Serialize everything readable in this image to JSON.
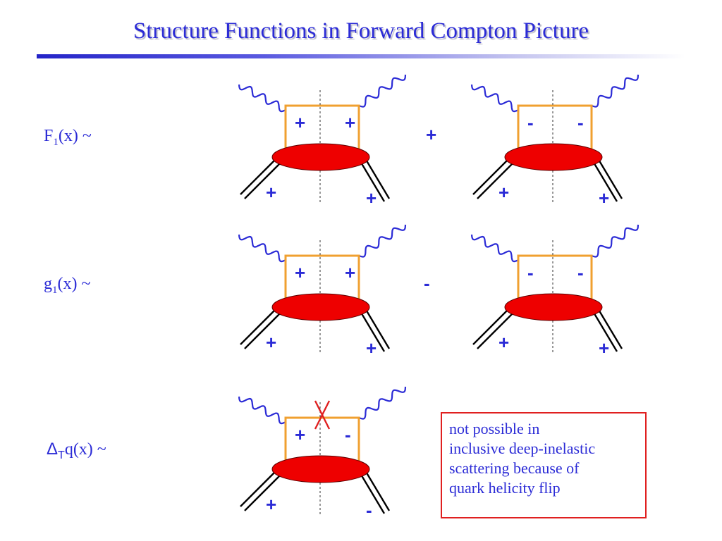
{
  "title": "Structure Functions in Forward Compton Picture",
  "rows": {
    "f1": {
      "prefix": "F",
      "sub": "1",
      "suffix": "(x) ~",
      "operator": "+"
    },
    "g1": {
      "prefix": "g",
      "sub": "1",
      "suffix": "(x) ~",
      "operator": "-"
    },
    "dtq": {
      "prefix": "Δ",
      "sub": "T",
      "suffix": "q(x) ~"
    }
  },
  "diagrams": [
    {
      "quark_left": "+",
      "quark_right": "+",
      "nucleon_left": "+",
      "nucleon_right": "+"
    },
    {
      "quark_left": "-",
      "quark_right": "-",
      "nucleon_left": "+",
      "nucleon_right": "+"
    },
    {
      "quark_left": "+",
      "quark_right": "+",
      "nucleon_left": "+",
      "nucleon_right": "+"
    },
    {
      "quark_left": "-",
      "quark_right": "-",
      "nucleon_left": "+",
      "nucleon_right": "+"
    },
    {
      "quark_left": "+",
      "quark_right": "-",
      "nucleon_left": "+",
      "nucleon_right": "-"
    }
  ],
  "note": {
    "lines": [
      "not possible in",
      "inclusive deep-inelastic",
      "scattering because of",
      "quark helicity flip"
    ]
  },
  "colors": {
    "text": "#2b2bd6",
    "quark_line": "#f0a030",
    "blob": "#ee0000",
    "cross": "#e02020",
    "box_border": "#e02020"
  }
}
